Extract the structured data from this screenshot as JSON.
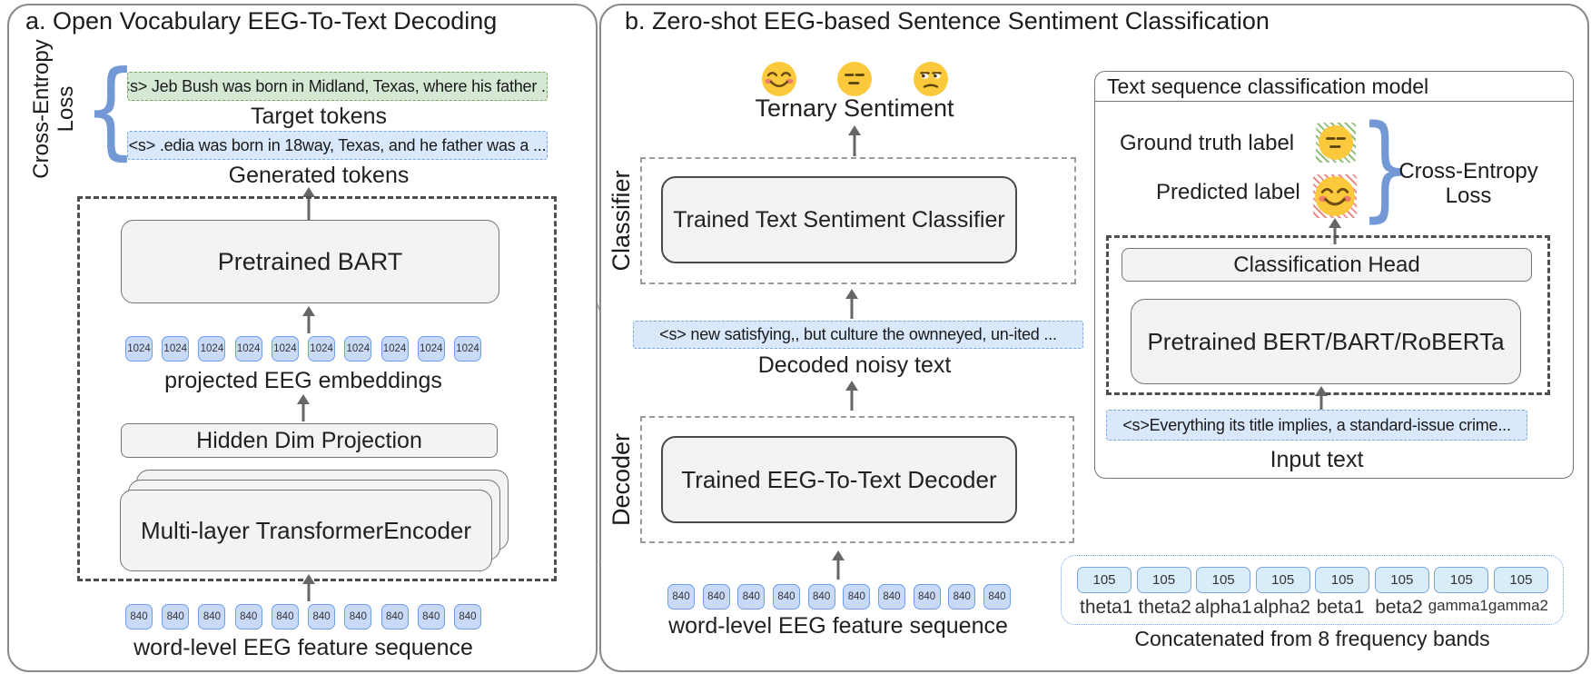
{
  "panel_a": {
    "title": "a. Open Vocabulary EEG-To-Text Decoding",
    "loss_brace_label": {
      "line1": "Cross-Entropy",
      "line2": "Loss"
    },
    "target_sentence": "<s> Jeb Bush was born in Midland, Texas, where his father ...",
    "target_label": "Target tokens",
    "generated_sentence": "<s> .edia was born in 18way, Texas, and he father was a ...",
    "generated_label": "Generated tokens",
    "bart_box": "Pretrained BART",
    "embedding_tokens": [
      "1024",
      "1024",
      "1024",
      "1024",
      "1024",
      "1024",
      "1024",
      "1024",
      "1024",
      "1024"
    ],
    "embeddings_label": "projected EEG embeddings",
    "projection_box": "Hidden Dim Projection",
    "encoder_box": "Multi-layer TransformerEncoder",
    "feature_tokens": [
      "840",
      "840",
      "840",
      "840",
      "840",
      "840",
      "840",
      "840",
      "840",
      "840"
    ],
    "features_label": "word-level EEG feature sequence"
  },
  "panel_b": {
    "title": "b. Zero-shot EEG-based Sentence Sentiment Classification",
    "sentiment_icons": [
      "positive-emoji",
      "neutral-emoji",
      "negative-emoji"
    ],
    "ternary_label": "Ternary Sentiment",
    "classifier_stage_label": "Classifier",
    "classifier_box": "Trained Text Sentiment Classifier",
    "decoded_sentence": "<s> new satisfying,, but culture the ownneyed, un-ited ...",
    "decoded_label": "Decoded noisy text",
    "decoder_stage_label": "Decoder",
    "decoder_box": "Trained EEG-To-Text Decoder",
    "feature_tokens": [
      "840",
      "840",
      "840",
      "840",
      "840",
      "840",
      "840",
      "840",
      "840",
      "840"
    ],
    "features_label": "word-level EEG feature sequence"
  },
  "text_model": {
    "title": "Text sequence classification model",
    "ground_truth_label": "Ground truth label",
    "predicted_label": "Predicted label",
    "loss_label": {
      "line1": "Cross-Entropy",
      "line2": "Loss"
    },
    "head_box": "Classification Head",
    "pretrained_box": "Pretrained BERT/BART/RoBERTa",
    "input_sentence": "<s>Everything its title implies, a standard-issue crime...",
    "input_label": "Input text"
  },
  "frequency_bands": {
    "tokens": [
      "105",
      "105",
      "105",
      "105",
      "105",
      "105",
      "105",
      "105"
    ],
    "bands": [
      "theta1",
      "theta2",
      "alpha1",
      "alpha2",
      "beta1",
      "beta2",
      "gamma1",
      "gamma2"
    ],
    "caption": "Concatenated from 8 frequency bands"
  },
  "colors": {
    "token_fill": "#c9daf8",
    "token_border": "#6d9eeb",
    "band_token_fill": "#d9ecf9",
    "band_token_border": "#7ea6d9",
    "target_fill": "#d5e8d4",
    "target_border": "#79a85c",
    "sentence_fill": "#dae8fc",
    "sentence_border": "#7da7e0",
    "brace": "#7298d6",
    "emoji_yellow": "#fcc93d",
    "hatch_green": "#6aa84f",
    "hatch_red": "#e06666",
    "gray_box_fill": "#f3f3f3",
    "arrow": "#666666"
  }
}
